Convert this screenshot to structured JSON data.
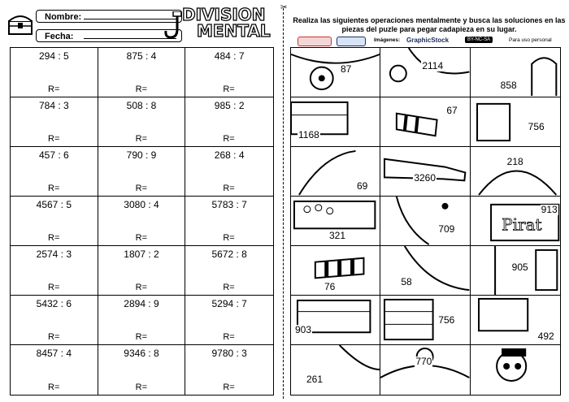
{
  "header": {
    "name_label": "Nombre:",
    "date_label": "Fecha:",
    "title_line1": "DIVISION",
    "title_line2": "MENTAL"
  },
  "instructions": "Realiza las siguientes operaciones mentalmente y busca las soluciones en las piezas del puzle para pegar cadapieza en su lugar.",
  "credits": {
    "images_label": "Imágenes:",
    "graphicstock": "GraphicStock",
    "license": "BY-NC-SA",
    "usage": "Para uso personal"
  },
  "operations": [
    {
      "expr": "294 : 5",
      "result_label": "R="
    },
    {
      "expr": "875 : 4",
      "result_label": "R="
    },
    {
      "expr": "484 : 7",
      "result_label": "R="
    },
    {
      "expr": "784 : 3",
      "result_label": "R="
    },
    {
      "expr": "508 : 8",
      "result_label": "R="
    },
    {
      "expr": "985 : 2",
      "result_label": "R="
    },
    {
      "expr": "457 : 6",
      "result_label": "R="
    },
    {
      "expr": "790 : 9",
      "result_label": "R="
    },
    {
      "expr": "268 : 4",
      "result_label": "R="
    },
    {
      "expr": "4567 : 5",
      "result_label": "R="
    },
    {
      "expr": "3080 : 4",
      "result_label": "R="
    },
    {
      "expr": "5783 : 7",
      "result_label": "R="
    },
    {
      "expr": "2574 : 3",
      "result_label": "R="
    },
    {
      "expr": "1807 : 2",
      "result_label": "R="
    },
    {
      "expr": "5672 : 8",
      "result_label": "R="
    },
    {
      "expr": "5432 : 6",
      "result_label": "R="
    },
    {
      "expr": "2894 : 9",
      "result_label": "R="
    },
    {
      "expr": "5294 : 7",
      "result_label": "R="
    },
    {
      "expr": "8457 : 4",
      "result_label": "R="
    },
    {
      "expr": "9346 : 8",
      "result_label": "R="
    },
    {
      "expr": "9780 : 3",
      "result_label": "R="
    }
  ],
  "puzzle_pieces": [
    {
      "value": "87"
    },
    {
      "value": "2114"
    },
    {
      "value": "858"
    },
    {
      "value": "1168"
    },
    {
      "value": "67"
    },
    {
      "value": "756"
    },
    {
      "value": "69"
    },
    {
      "value": "3260"
    },
    {
      "value": "218"
    },
    {
      "value": "321"
    },
    {
      "value": "709"
    },
    {
      "value": "913"
    },
    {
      "value": "76"
    },
    {
      "value": "58"
    },
    {
      "value": "905"
    },
    {
      "value": "903"
    },
    {
      "value": "756"
    },
    {
      "value": "492"
    },
    {
      "value": "261"
    },
    {
      "value": "770"
    },
    {
      "value": ""
    }
  ]
}
